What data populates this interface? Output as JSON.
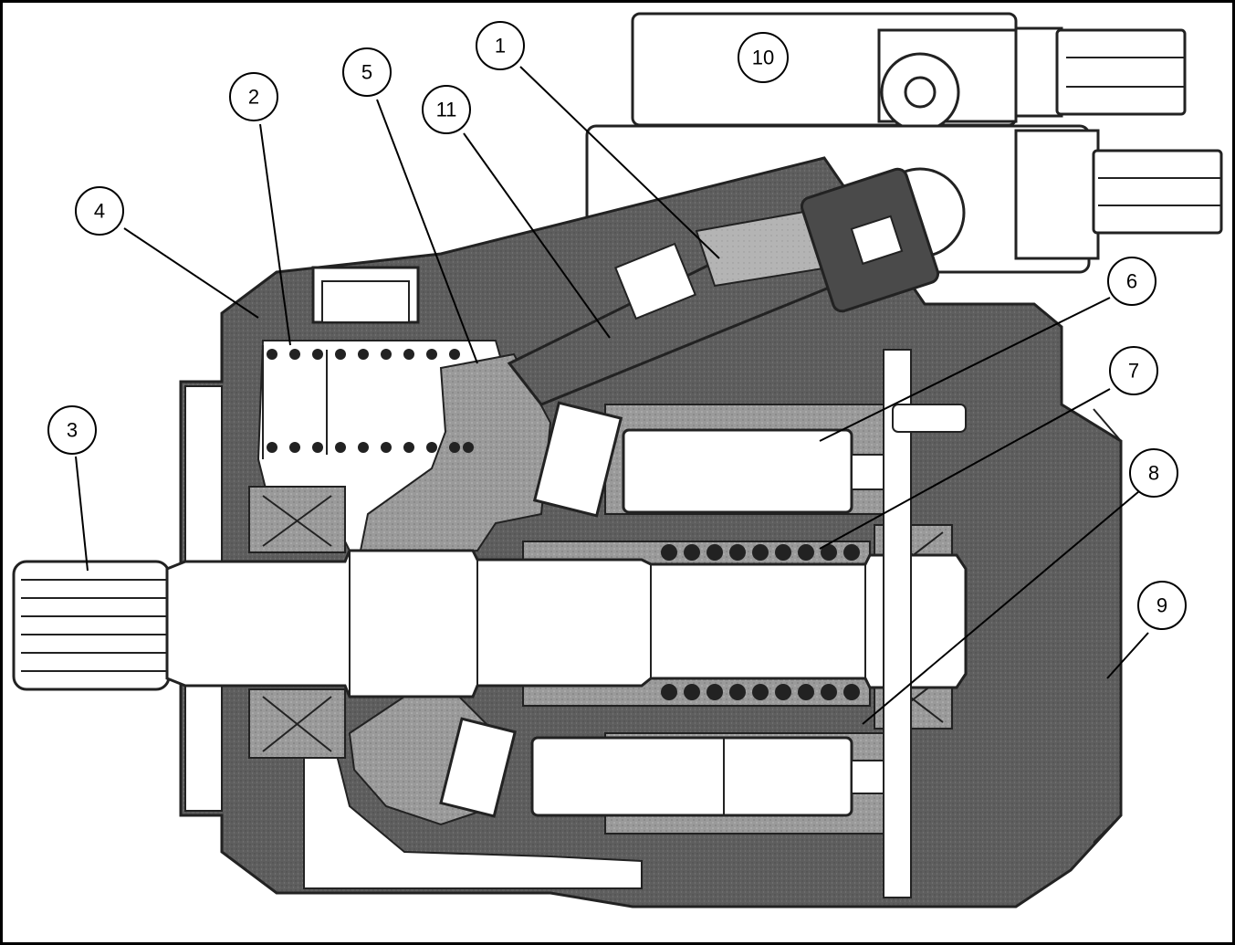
{
  "colors": {
    "housing": "#6e6e6e",
    "piston_area": "#a8a8a8",
    "light_fill": "#ffffff",
    "outline": "#222222",
    "dark_part": "#4a4a4a",
    "callout_line": "#000000"
  },
  "callouts": [
    {
      "id": "c1",
      "label": "1"
    },
    {
      "id": "c2",
      "label": "2"
    },
    {
      "id": "c3",
      "label": "3"
    },
    {
      "id": "c4",
      "label": "4"
    },
    {
      "id": "c5",
      "label": "5"
    },
    {
      "id": "c6",
      "label": "6"
    },
    {
      "id": "c7",
      "label": "7"
    },
    {
      "id": "c8",
      "label": "8"
    },
    {
      "id": "c9",
      "label": "9"
    },
    {
      "id": "c10",
      "label": "10"
    },
    {
      "id": "c11",
      "label": "11"
    }
  ]
}
